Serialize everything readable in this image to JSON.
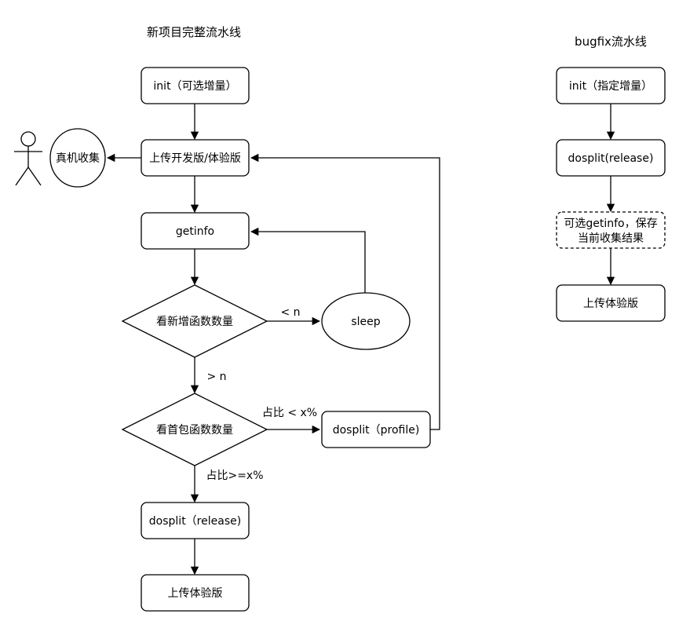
{
  "titles": {
    "main": "新项目完整流水线",
    "bugfix": "bugfix流水线"
  },
  "main_pipeline": {
    "init": "init（可选增量）",
    "upload_dev": "上传开发版/体验版",
    "collect": "真机收集",
    "getinfo": "getinfo",
    "check_new_funcs": "看新增函数数量",
    "sleep": "sleep",
    "check_first_pkg": "看首包函数数量",
    "dosplit_profile": "dosplit（profile)",
    "dosplit_release": "dosplit（release)",
    "upload_exp": "上传体验版"
  },
  "edge_labels": {
    "lt_n": "< n",
    "gt_n": "> n",
    "ratio_lt": "占比 < x%",
    "ratio_ge": "占比>=x%"
  },
  "bugfix_pipeline": {
    "init": "init（指定增量）",
    "dosplit_release": "dosplit(release)",
    "optional_line1": "可选getinfo，保存",
    "optional_line2": "当前收集结果",
    "upload_exp": "上传体验版"
  }
}
